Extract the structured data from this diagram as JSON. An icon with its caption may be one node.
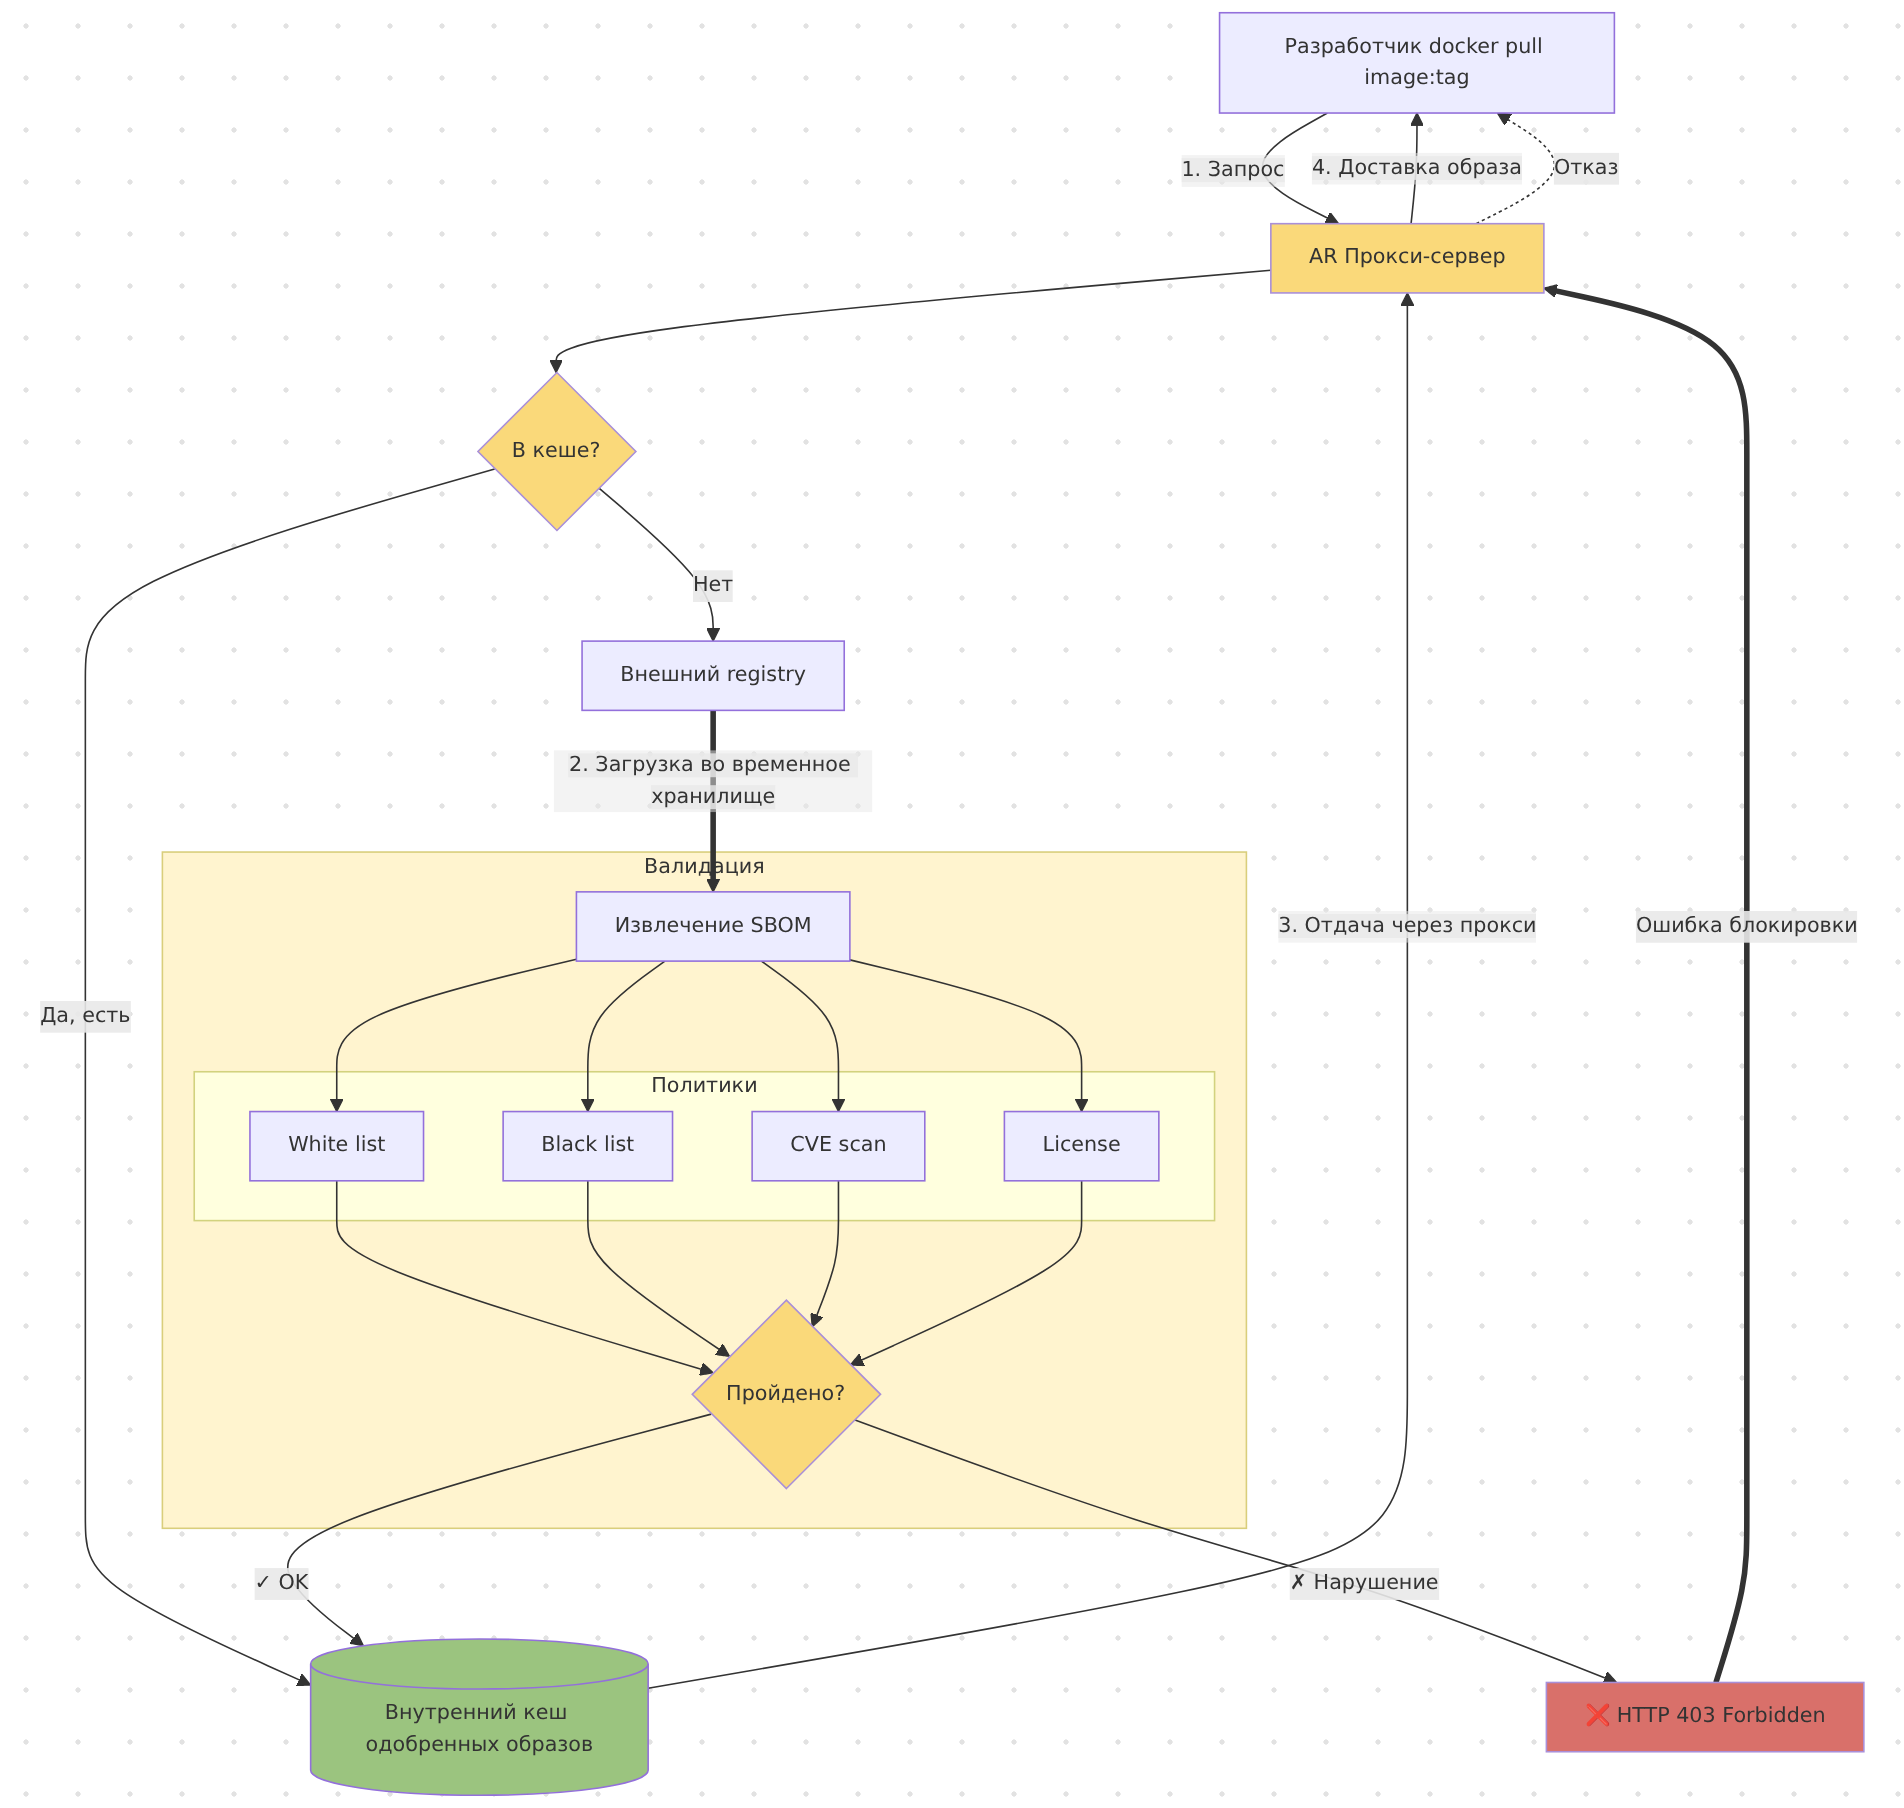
{
  "diagram": {
    "nodes": [
      {
        "text": [
          "Разработчик docker pull image:tag"
        ]
      },
      {
        "text": [
          "AR Прокси-сервер"
        ]
      },
      {
        "text": [
          "В кеше?"
        ]
      },
      {
        "text": [
          "Внешний registry"
        ]
      },
      {
        "text": [
          "Валидация"
        ]
      },
      {
        "text": [
          "Извлечение SBOM"
        ],
        "in": 4
      },
      {
        "text": [
          "Политики"
        ],
        "in": 4
      },
      {
        "text": [
          "White list"
        ],
        "in": 6
      },
      {
        "text": [
          "Black list"
        ],
        "in": 6
      },
      {
        "text": [
          "CVE scan"
        ],
        "in": 6
      },
      {
        "text": [
          "License"
        ],
        "in": 6
      },
      {
        "text": [
          "Пройдено?"
        ],
        "in": 4
      },
      {
        "text": [
          "Внутренний кеш одобренных образов"
        ]
      },
      {
        "text": [
          "❌ HTTP 403 Forbidden"
        ]
      }
    ],
    "edges": [
      {
        "from": 0,
        "to": 1,
        "arrow": "to",
        "label": "1. Запрос"
      },
      {
        "from": 1,
        "to": 2,
        "arrow": "to"
      },
      {
        "from": 2,
        "to": 12,
        "arrow": "to",
        "label": "Да, есть"
      },
      {
        "from": 2,
        "to": 3,
        "arrow": "to",
        "label": "Нет"
      },
      {
        "from": 3,
        "to": 5,
        "arrow": "to",
        "label": "2. Загрузка во временное хранилище",
        "style": "thick"
      },
      {
        "from": 5,
        "to": 7,
        "arrow": "to"
      },
      {
        "from": 5,
        "to": 8,
        "arrow": "to"
      },
      {
        "from": 5,
        "to": 9,
        "arrow": "to"
      },
      {
        "from": 5,
        "to": 10,
        "arrow": "to"
      },
      {
        "from": 7,
        "to": 11,
        "arrow": "to"
      },
      {
        "from": 8,
        "to": 11,
        "arrow": "to"
      },
      {
        "from": 9,
        "to": 11,
        "arrow": "to"
      },
      {
        "from": 10,
        "to": 11,
        "arrow": "to"
      },
      {
        "from": 11,
        "to": 12,
        "arrow": "to",
        "label": "✓ OK"
      },
      {
        "from": 11,
        "to": 13,
        "arrow": "to",
        "label": "✗ Нарушение"
      },
      {
        "from": 12,
        "to": 1,
        "arrow": "to",
        "label": "3. Отдача через прокси"
      },
      {
        "from": 1,
        "to": 0,
        "arrow": "to",
        "label": "4. Доставка образа"
      },
      {
        "from": 13,
        "to": 1,
        "arrow": "to",
        "label": "Ошибка блокировки",
        "style": "thick"
      },
      {
        "from": 1,
        "to": 0,
        "arrow": "to",
        "label": "Отказ",
        "style": "dashed"
      }
    ]
  }
}
